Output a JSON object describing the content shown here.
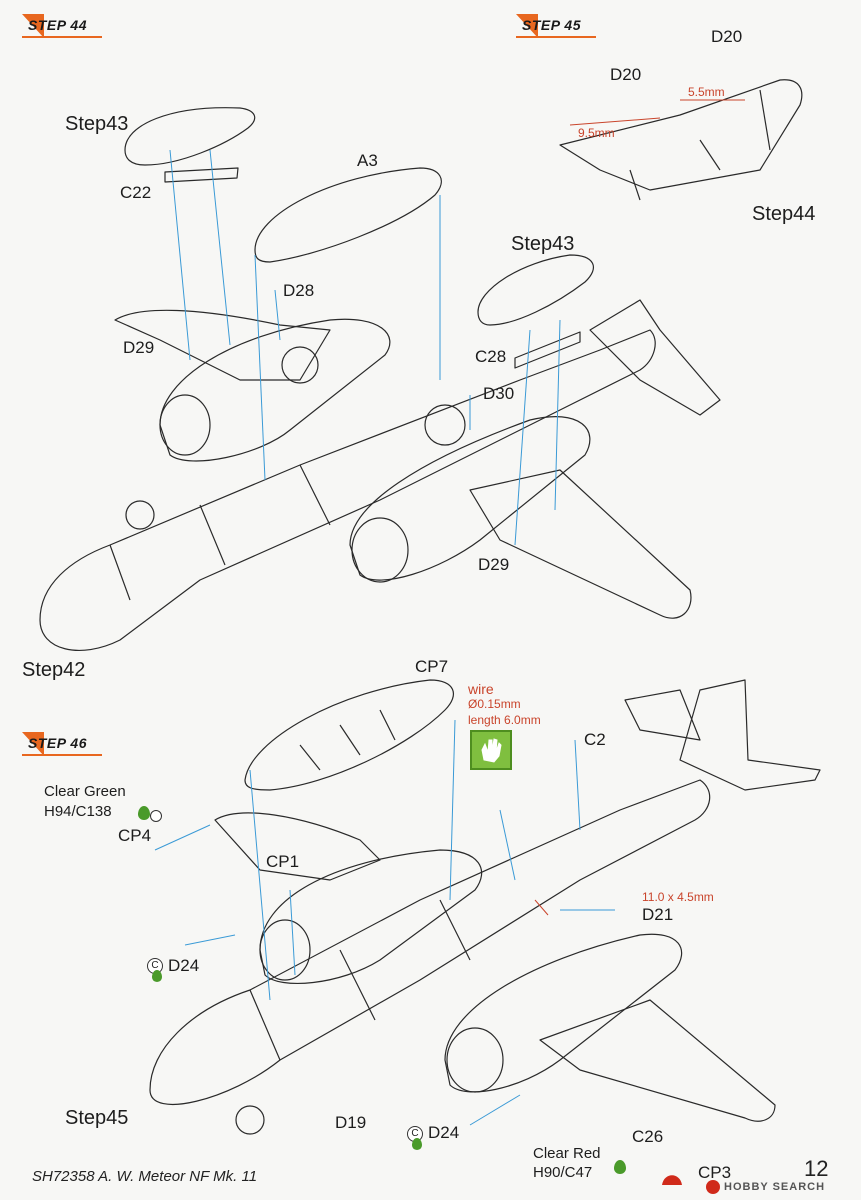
{
  "steps": {
    "s44": "STEP 44",
    "s45": "STEP 45",
    "s46": "STEP 46"
  },
  "labels": {
    "step43_a": "Step43",
    "c22": "C22",
    "a3": "A3",
    "d28": "D28",
    "d29_a": "D29",
    "step43_b": "Step43",
    "c28": "C28",
    "d30": "D30",
    "d29_b": "D29",
    "step42": "Step42",
    "d20_a": "D20",
    "d20_b": "D20",
    "step44": "Step44",
    "dim_55": "5.5mm",
    "dim_95": "9.5mm",
    "cp7": "CP7",
    "wire": "wire",
    "wire_dia": "Ø0.15mm",
    "wire_len": "length 6.0mm",
    "c2": "C2",
    "clear_green": "Clear Green",
    "h94": "H94/C138",
    "cp4": "CP4",
    "cp1": "CP1",
    "d24_a": "D24",
    "dim_11": "11.0 x 4.5mm",
    "d21": "D21",
    "step45": "Step45",
    "d19": "D19",
    "d24_b": "D24",
    "clear_red": "Clear Red",
    "h90": "H90/C47",
    "c26": "C26",
    "cp3": "CP3",
    "c_mark_a": "C",
    "c_mark_b": "C"
  },
  "footer": {
    "title": "SH72358 A. W. Meteor NF Mk. 11",
    "page": "12",
    "brand": "HOBBY SEARCH"
  },
  "colors": {
    "accent": "#e8671f",
    "guide_line": "#3a9ad6",
    "dimension": "#c9442b",
    "clear_green": "#4a9a2a",
    "clear_red": "#d02a1a"
  }
}
